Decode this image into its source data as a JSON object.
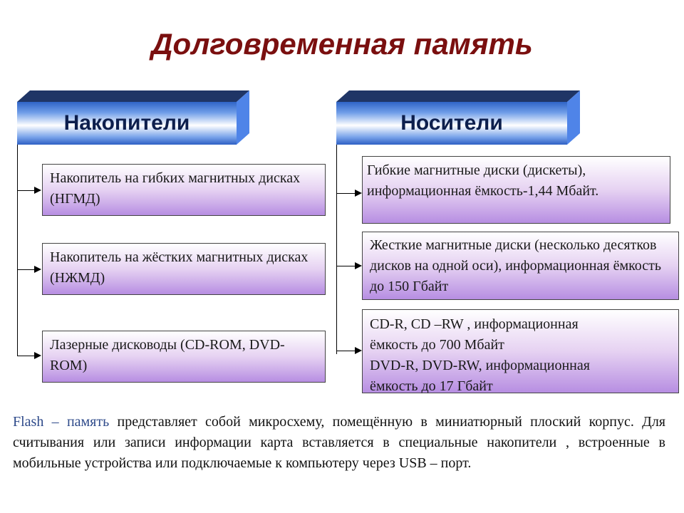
{
  "title": "Долговременная память",
  "headers": {
    "drives": "Накопители",
    "media": "Носители"
  },
  "drives": [
    {
      "text": "Накопитель на гибких магнитных дисках (НГМД)"
    },
    {
      "text": "Накопитель на жёстких магнитных дисках (НЖМД)"
    },
    {
      "text": "Лазерные дисководы (CD-ROM, DVD-ROM)"
    }
  ],
  "media": [
    {
      "text": " Гибкие магнитные диски  (дискеты), информационная ёмкость-1,44 Мбайт."
    },
    {
      "text": "Жесткие магнитные диски (несколько десятков дисков на одной оси), информационная ёмкость до 150 Гбайт"
    },
    {
      "lines": [
        "CD-R, CD –RW , информационная",
        "ёмкость до 700 Мбайт",
        "DVD-R, DVD-RW, информационная",
        "ёмкость до 17 Гбайт"
      ]
    }
  ],
  "flash": {
    "term": "Flash – память",
    "text": " представляет собой микросхему, помещённую в миниатюрный плоский корпус. Для считывания или записи информации карта вставляется в специальные накопители , встроенные в мобильные устройства или подключаемые к компьютеру через USB – порт."
  },
  "colors": {
    "title": "#7a0f0f",
    "header_top": "#1f3566",
    "header_side": "#4f84e8",
    "box_fill_end": "#b78ee2"
  }
}
